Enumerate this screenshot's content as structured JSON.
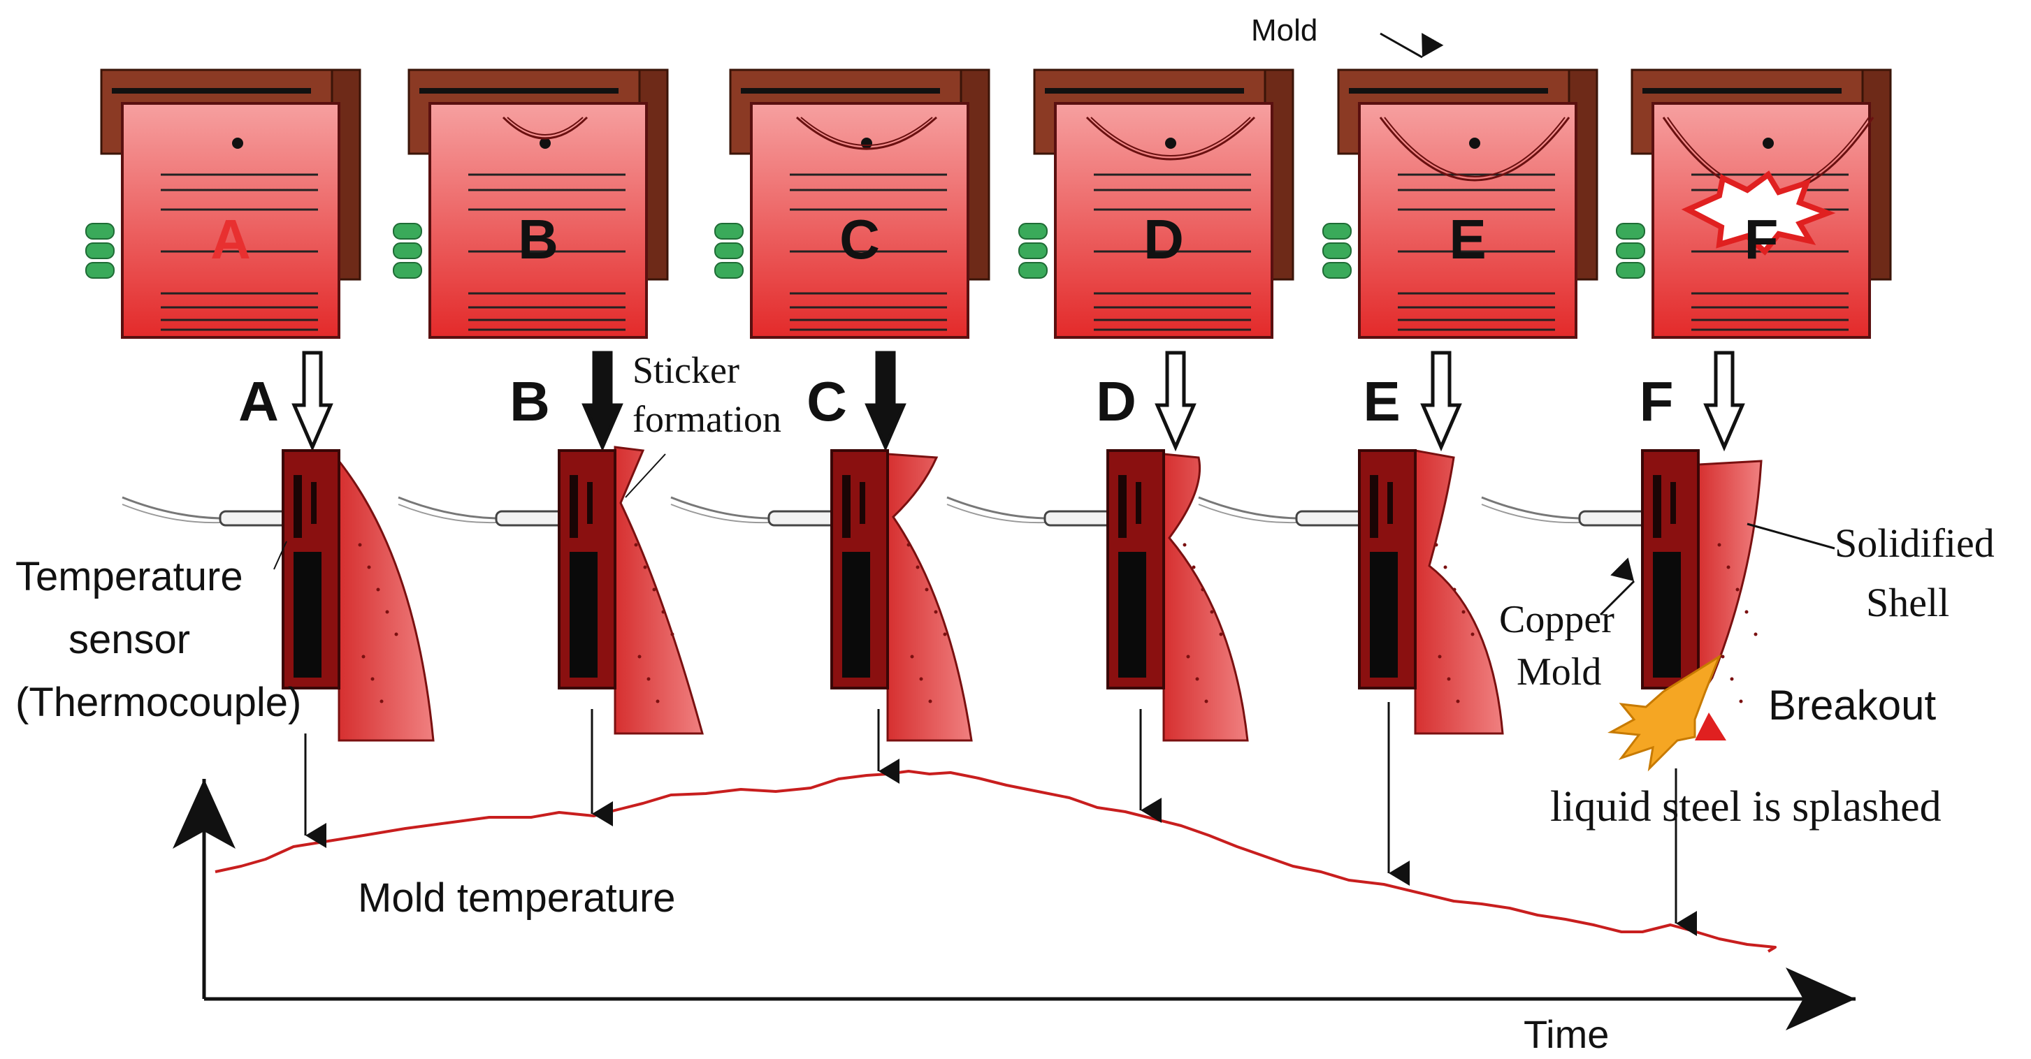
{
  "labels": {
    "mold": "Mold",
    "sticker_line1": "Sticker",
    "sticker_line2": "formation",
    "temp_sensor_line1": "Temperature",
    "temp_sensor_line2": "sensor",
    "temp_sensor_line3": "(Thermocouple)",
    "copper_line1": "Copper",
    "copper_line2": "Mold",
    "shell_line1": "Solidified",
    "shell_line2": "Shell",
    "breakout": "Breakout",
    "splash": "liquid steel is splashed",
    "mold_temperature": "Mold temperature",
    "time": "Time"
  },
  "stages": [
    {
      "letter": "A",
      "arrow": "hollow"
    },
    {
      "letter": "B",
      "arrow": "solid"
    },
    {
      "letter": "C",
      "arrow": "solid"
    },
    {
      "letter": "D",
      "arrow": "hollow"
    },
    {
      "letter": "E",
      "arrow": "hollow"
    },
    {
      "letter": "F",
      "arrow": "hollow"
    }
  ],
  "colors": {
    "mold_back": "#8b3a24",
    "mold_front_top": "#f07a7a",
    "mold_front_bottom": "#e02020",
    "copper_mold": "#8a1010",
    "shell": "#e84848",
    "curve": "#c81e1e",
    "tubes": "#3aaa5a",
    "flame": "#f5a623"
  }
}
